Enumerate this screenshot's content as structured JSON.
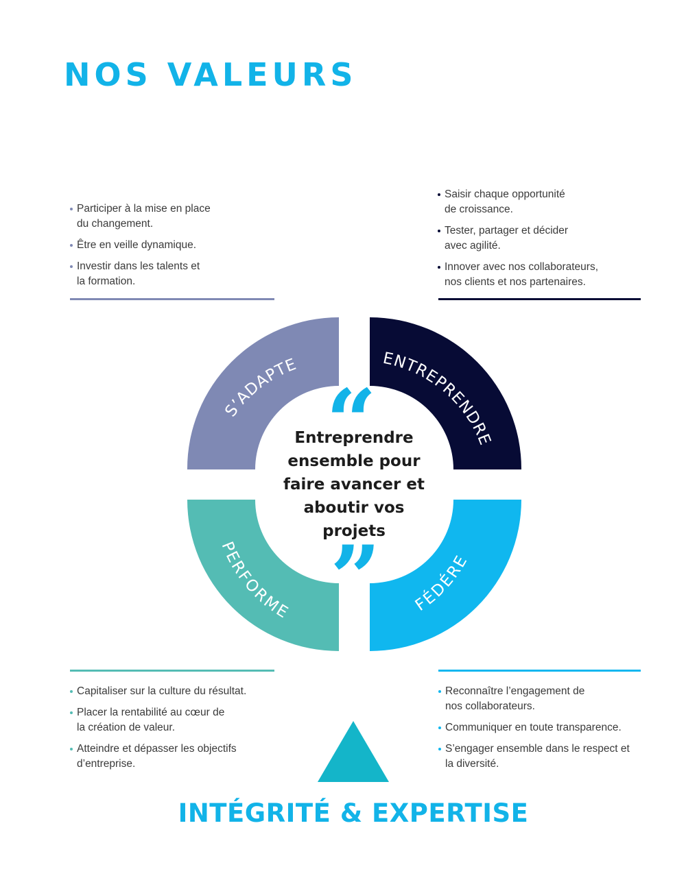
{
  "title": "NOS VALEURS",
  "colors": {
    "adapter": "#7f89b4",
    "entreprendre": "#070b35",
    "performer": "#54bcb4",
    "federer": "#10b7ef",
    "accent": "#12b3e8",
    "triangle": "#14b5c9"
  },
  "blocks": {
    "top_left": {
      "items": [
        [
          "Participer à la mise en place",
          "du changement."
        ],
        [
          "Être en veille dynamique."
        ],
        [
          "Investir dans les talents et",
          "la formation."
        ]
      ]
    },
    "top_right": {
      "items": [
        [
          "Saisir chaque opportunité",
          "de croissance."
        ],
        [
          "Tester, partager et décider",
          "avec agilité."
        ],
        [
          "Innover avec nos collaborateurs,",
          "nos clients et nos partenaires."
        ]
      ]
    },
    "bottom_left": {
      "items": [
        [
          "Capitaliser sur la culture du résultat."
        ],
        [
          "Placer la rentabilité au cœur de",
          "la création de valeur."
        ],
        [
          "Atteindre et dépasser les objectifs",
          "d’entreprise."
        ]
      ]
    },
    "bottom_right": {
      "items": [
        [
          "Reconnaître l’engagement de",
          "nos collaborateurs."
        ],
        [
          "Communiquer en toute transparence."
        ],
        [
          "S’engager ensemble dans le respect et",
          "la diversité."
        ]
      ]
    }
  },
  "segments": {
    "adapter": "S’ADAPTER",
    "entreprendre": "ENTREPRENDRE",
    "performer": "PERFORMER",
    "federer": "FÉDÉRER"
  },
  "center": {
    "open_quote": "“",
    "close_quote": "”",
    "lines": [
      "Entreprendre",
      "ensemble pour",
      "faire avancer et",
      "aboutir vos",
      "projets"
    ]
  },
  "bottom_title": "INTÉGRITÉ & EXPERTISE"
}
